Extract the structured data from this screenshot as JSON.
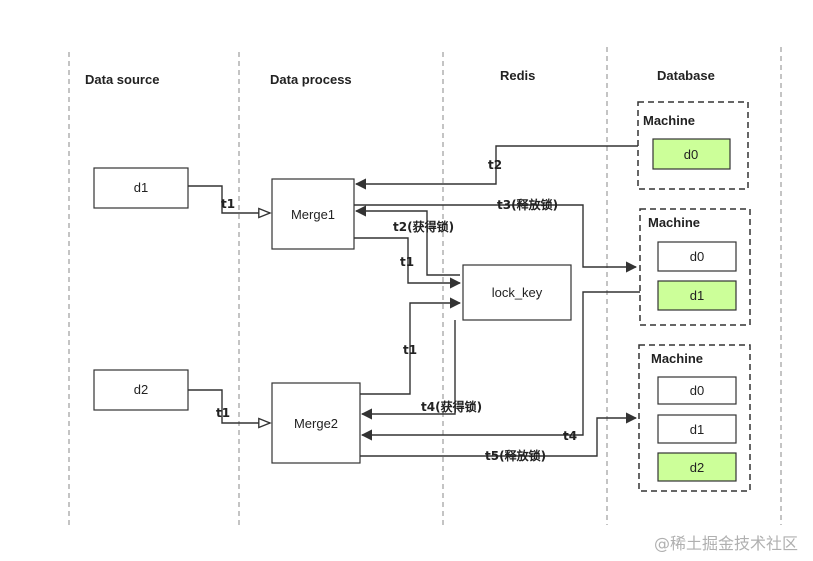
{
  "columns": {
    "data_source": "Data source",
    "data_process": "Data process",
    "redis": "Redis",
    "database": "Database"
  },
  "nodes": {
    "d1": "d1",
    "d2": "d2",
    "merge1": "Merge1",
    "merge2": "Merge2",
    "lock_key": "lock_key"
  },
  "machines": [
    {
      "title": "Machine",
      "items": [
        {
          "label": "d0",
          "highlight": true
        }
      ]
    },
    {
      "title": "Machine",
      "items": [
        {
          "label": "d0",
          "highlight": false
        },
        {
          "label": "d1",
          "highlight": true
        }
      ]
    },
    {
      "title": "Machine",
      "items": [
        {
          "label": "d0",
          "highlight": false
        },
        {
          "label": "d1",
          "highlight": false
        },
        {
          "label": "d2",
          "highlight": true
        }
      ]
    }
  ],
  "edge_labels": {
    "d1_t1": "t1",
    "d2_t1": "t1",
    "m1_t1": "t1",
    "m2_t1": "t1",
    "t2": "t2",
    "t2_lock": "t2(获得锁)",
    "t3_release": "t3(释放锁)",
    "t4": "t4",
    "t4_lock": "t4(获得锁)",
    "t5_release": "t5(释放锁)"
  },
  "colors": {
    "highlight": "#ccff99",
    "stroke": "#333333"
  },
  "watermark": "@稀土掘金技术社区"
}
